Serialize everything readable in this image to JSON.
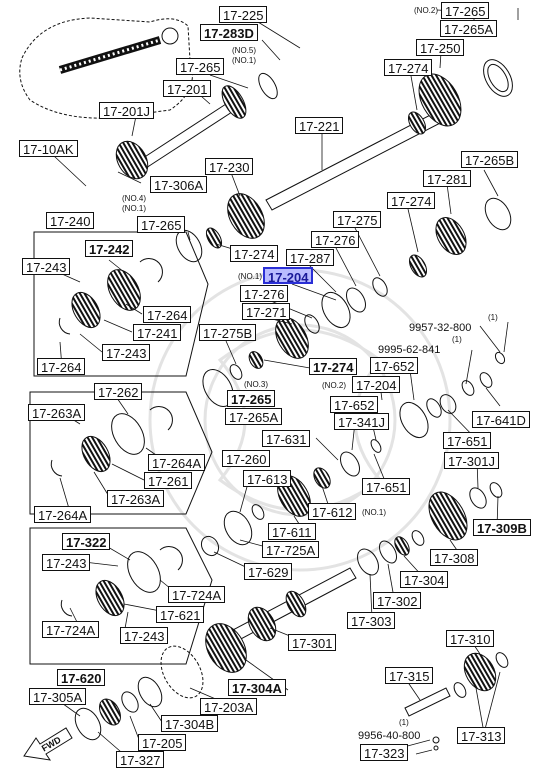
{
  "labels": {
    "l17_225": "17-225",
    "l17_283d": "17-283D",
    "l17_265_top": "17-265",
    "l17_201": "17-201",
    "l17_201j": "17-201J",
    "l17_10ak": "17-10AK",
    "l17_306a": "17-306A",
    "l17_240": "17-240",
    "l17_242": "17-242",
    "l17_243_a": "17-243",
    "l17_264_a": "17-264",
    "l17_241": "17-241",
    "l17_243_b": "17-243",
    "l17_264_b": "17-264",
    "l17_265_no2": "17-265",
    "l17_265a_top": "17-265A",
    "l17_250": "17-250",
    "l17_274_top": "17-274",
    "l17_221": "17-221",
    "l17_265b": "17-265B",
    "l17_281": "17-281",
    "l17_274_b": "17-274",
    "l17_275": "17-275",
    "l17_276_a": "17-276",
    "l17_287": "17-287",
    "l17_204": "17-204",
    "l17_230": "17-230",
    "l17_265_mid": "17-265",
    "l17_274_mid": "17-274",
    "l17_276_b": "17-276",
    "l17_271": "17-271",
    "l17_275b": "17-275B",
    "l17_274_c": "17-274",
    "l17_265_no3": "17-265",
    "l17_265a_mid": "17-265A",
    "l17_262": "17-262",
    "l17_263a_a": "17-263A",
    "l17_264a_a": "17-264A",
    "l17_260": "17-260",
    "l17_261": "17-261",
    "l17_263a_b": "17-263A",
    "l17_264a_b": "17-264A",
    "l17_652_a": "17-652",
    "l17_204_no2": "17-204",
    "l17_652_b": "17-652",
    "l17_341j": "17-341J",
    "l17_631": "17-631",
    "l17_651_a": "17-651",
    "l17_641d": "17-641D",
    "l17_651_b": "17-651",
    "l17_301j": "17-301J",
    "l17_613": "17-613",
    "l17_612": "17-612",
    "l17_611": "17-611",
    "l17_725a": "17-725A",
    "l17_629": "17-629",
    "l17_309b": "17-309B",
    "l17_308": "17-308",
    "l17_304": "17-304",
    "l17_302": "17-302",
    "l17_303": "17-303",
    "l17_322": "17-322",
    "l17_243_c": "17-243",
    "l17_724a_a": "17-724A",
    "l17_621": "17-621",
    "l17_724a_b": "17-724A",
    "l17_243_d": "17-243",
    "l17_620": "17-620",
    "l17_301": "17-301",
    "l17_304a": "17-304A",
    "l17_203a": "17-203A",
    "l17_304b": "17-304B",
    "l17_305a": "17-305A",
    "l17_205": "17-205",
    "l17_327": "17-327",
    "l17_310": "17-310",
    "l17_315": "17-315",
    "l17_313": "17-313",
    "l17_323": "17-323"
  },
  "notes": {
    "no2_top": "(NO.2)",
    "no5": "(NO.5)",
    "no1_a": "(NO.1)",
    "no4": "(NO.4)",
    "no1_b": "(NO.1)",
    "no1_c": "(NO.1)",
    "no3": "(NO.3)",
    "no2_mid": "(NO.2)",
    "no1_d": "(NO.1)",
    "n1_a": "(1)",
    "n1_b": "(1)",
    "n1_c": "(1)"
  },
  "plain": {
    "p9957": "9957-32-800",
    "p9995": "9995-62-841",
    "p9956": "9956-40-800"
  },
  "fwd_label": "FWD"
}
